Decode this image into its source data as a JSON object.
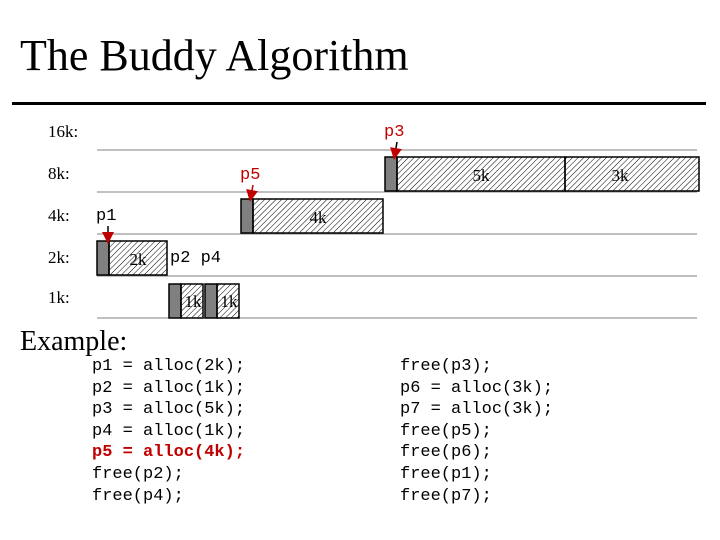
{
  "title": "The Buddy Algorithm",
  "levels": [
    {
      "label": "16k:"
    },
    {
      "label": "8k:"
    },
    {
      "label": "4k:"
    },
    {
      "label": "2k:"
    },
    {
      "label": "1k:"
    }
  ],
  "blocks": [
    {
      "label": "5k"
    },
    {
      "label": "3k"
    },
    {
      "label": "4k"
    },
    {
      "label": "2k"
    },
    {
      "label": "1k"
    },
    {
      "label": "1k"
    }
  ],
  "pointers": [
    {
      "label": "p3"
    },
    {
      "label": "p5"
    },
    {
      "label": "p1"
    },
    {
      "label": "p2 p4"
    }
  ],
  "example": {
    "label": "Example:",
    "left_lines": [
      {
        "text": "p1 = alloc(2k);",
        "highlight": false
      },
      {
        "text": "p2 = alloc(1k);",
        "highlight": false
      },
      {
        "text": "p3 = alloc(5k);",
        "highlight": false
      },
      {
        "text": "p4 = alloc(1k);",
        "highlight": false
      },
      {
        "text": "p5 = alloc(4k);",
        "highlight": true
      },
      {
        "text": "free(p2);",
        "highlight": false
      },
      {
        "text": "free(p4);",
        "highlight": false
      }
    ],
    "right_lines": [
      {
        "text": "free(p3);",
        "highlight": false
      },
      {
        "text": "p6 = alloc(3k);",
        "highlight": false
      },
      {
        "text": "p7 = alloc(3k);",
        "highlight": false
      },
      {
        "text": "free(p5);",
        "highlight": false
      },
      {
        "text": "free(p6);",
        "highlight": false
      },
      {
        "text": "free(p1);",
        "highlight": false
      },
      {
        "text": "free(p7);",
        "highlight": false
      }
    ]
  },
  "colors": {
    "text": "#000000",
    "pointer": "#c00000",
    "header": "#808080",
    "line": "#808080"
  }
}
